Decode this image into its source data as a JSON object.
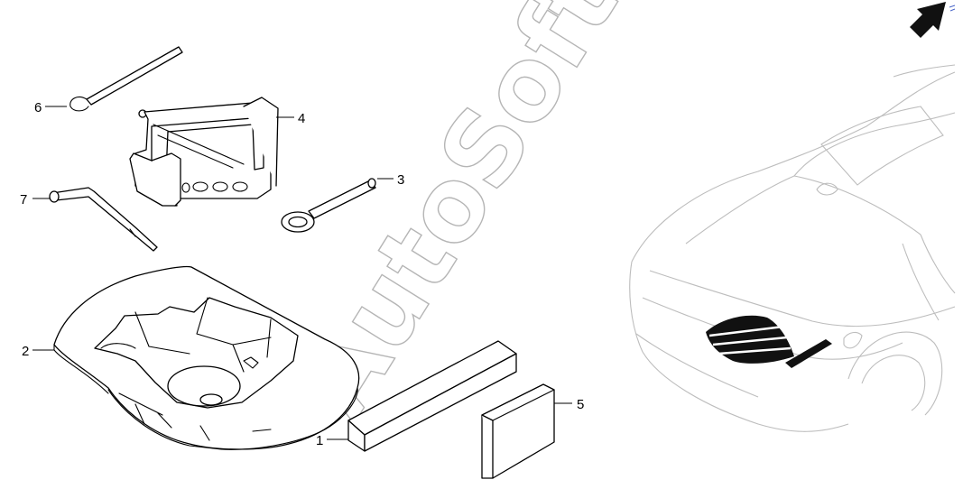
{
  "watermark": "AutoSoft",
  "callouts": {
    "c1": "1",
    "c2": "2",
    "c3": "3",
    "c4": "4",
    "c5": "5",
    "c6": "6",
    "c7": "7"
  },
  "icons": {
    "direction_arrow": "arrow-up-right-icon",
    "vehicle": "sedan-rear-view-icon"
  },
  "colors": {
    "line": "#000000",
    "watermark": "#b5b5b5",
    "vehicle_outline": "#bdbdbd",
    "background": "#ffffff"
  }
}
